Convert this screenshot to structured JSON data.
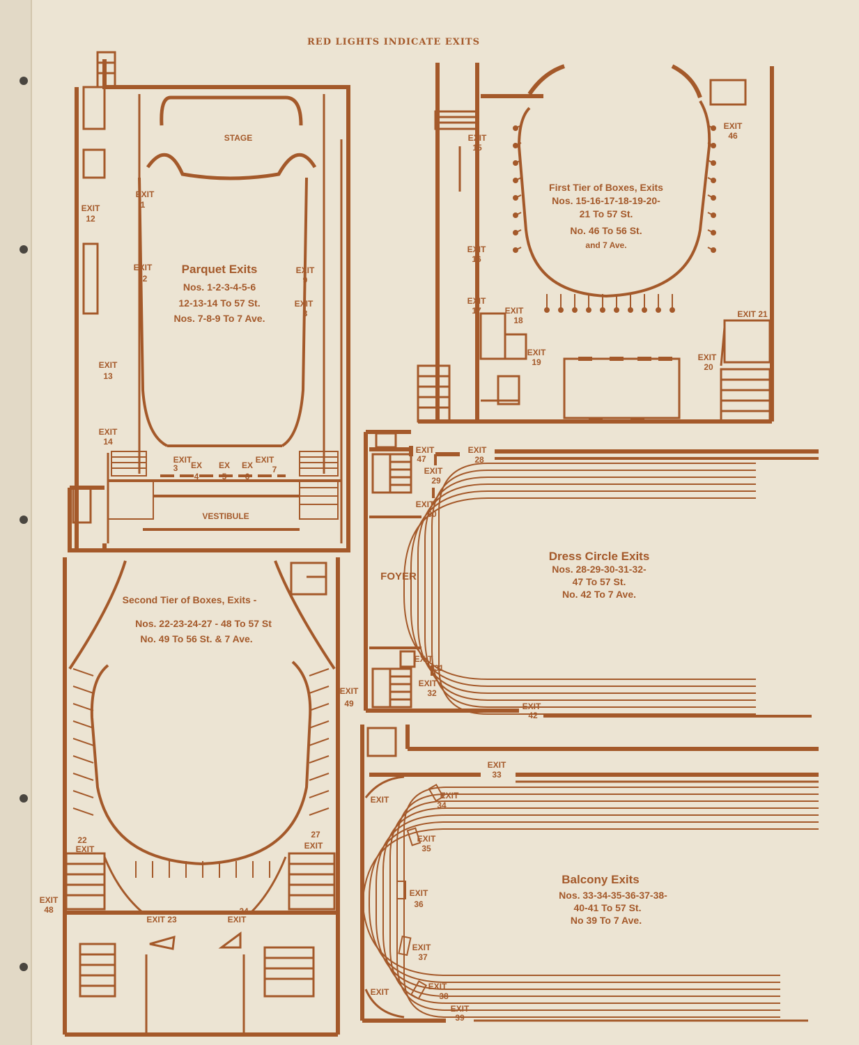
{
  "heading": "RED LIGHTS INDICATE EXITS",
  "parquet": {
    "stage": "STAGE",
    "vestibule": "VESTIBULE",
    "title": "Parquet Exits",
    "lines": [
      "Nos. 1-2-3-4-5-6",
      "12-13-14 To 57 St.",
      "Nos. 7-8-9 To 7 Ave."
    ],
    "exit_word": "EXIT",
    "ex_word": "EX",
    "exits": {
      "e1": "1",
      "e2": "2",
      "e3": "3",
      "e4": "4",
      "e5": "5",
      "e6": "6",
      "e7": "7",
      "e8": "8",
      "e9": "9",
      "e12": "12",
      "e13": "13",
      "e14": "14"
    }
  },
  "first_tier": {
    "lines": [
      "First Tier of Boxes, Exits",
      "Nos. 15-16-17-18-19-20-",
      "21 To 57 St.",
      "No. 46 To 56 St.",
      "and 7 Ave."
    ],
    "exit_word": "EXIT",
    "exit21": "EXIT 21",
    "exits": {
      "e15": "15",
      "e16": "16",
      "e17": "17",
      "e18": "18",
      "e19": "19",
      "e20": "20",
      "e46": "46"
    }
  },
  "dress_circle": {
    "foyer": "FOYER",
    "lines": [
      "Dress Circle Exits",
      "Nos. 28-29-30-31-32-",
      "47 To 57 St.",
      "No. 42 To 7 Ave."
    ],
    "exit_word": "EXIT",
    "exits": {
      "e28": "28",
      "e29": "29",
      "e30": "30",
      "e31": "31",
      "e32": "32",
      "e42": "42",
      "e47": "47"
    }
  },
  "second_tier": {
    "lines": [
      "Second Tier of Boxes, Exits -",
      "Nos. 22-23-24-27 - 48 To 57 St",
      "No. 49 To 56 St. & 7 Ave."
    ],
    "exit_word": "EXIT",
    "exit23": "EXIT 23",
    "exits": {
      "e22": "22",
      "e24": "24",
      "e27": "27",
      "e48": "48",
      "e49": "49"
    }
  },
  "balcony": {
    "lines": [
      "Balcony Exits",
      "Nos. 33-34-35-36-37-38-",
      "40-41 To 57 St.",
      "No 39 To 7 Ave."
    ],
    "exit_word": "EXIT",
    "exits": {
      "e33": "33",
      "e34": "34",
      "e35": "35",
      "e36": "36",
      "e37": "37",
      "e38": "38",
      "e39": "39"
    }
  },
  "colors": {
    "ink": "#a4592a",
    "paper": "#ece4d3"
  }
}
